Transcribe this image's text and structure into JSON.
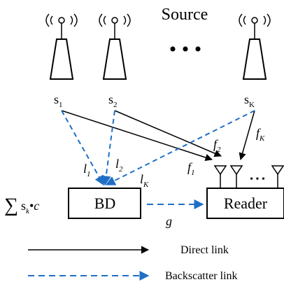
{
  "title": "Source",
  "sources": [
    {
      "label": "s",
      "sub": "1"
    },
    {
      "label": "s",
      "sub": "2"
    },
    {
      "label": "s",
      "sub": "K"
    }
  ],
  "ellipsis": "• • •",
  "bd_label": "BD",
  "reader_label": "Reader",
  "reader_dots": "• • •",
  "sum_expr": {
    "sym": "∑",
    "s": "s",
    "k": "k",
    "rest": "•c"
  },
  "links": {
    "l1": {
      "base": "l",
      "sub": "1"
    },
    "l2": {
      "base": "l",
      "sub": "2"
    },
    "lK": {
      "base": "l",
      "sub": "K"
    },
    "f1": {
      "base": "f",
      "sub": "1"
    },
    "f2": {
      "base": "f",
      "sub": "2"
    },
    "fK": {
      "base": "f",
      "sub": "K"
    },
    "g": "g"
  },
  "legend": {
    "direct": "Direct link",
    "backscatter": "Backscatter link"
  },
  "colors": {
    "direct": "#000000",
    "backscatter": "#1f6fc6"
  }
}
